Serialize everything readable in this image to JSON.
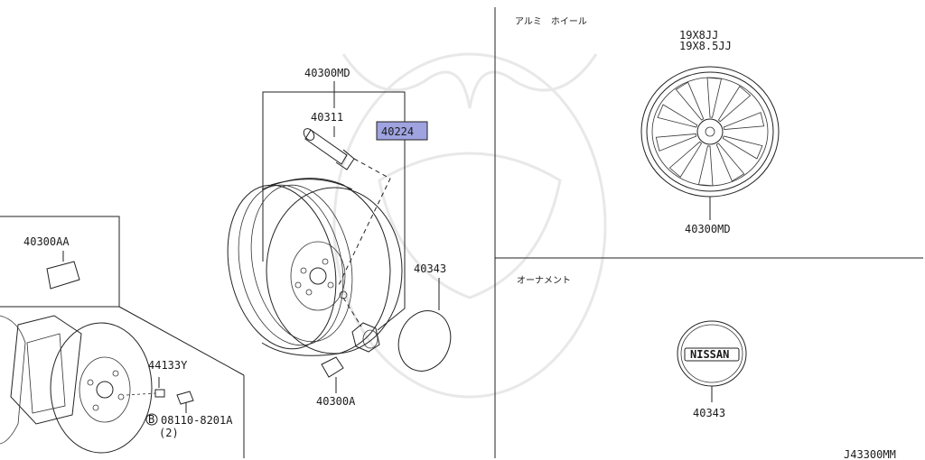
{
  "diagram": {
    "labels": {
      "p40300MD_top": "40300MD",
      "p40311": "40311",
      "p40224": "40224",
      "p40343_left": "40343",
      "p40300A": "40300A",
      "p40300AA": "40300AA",
      "p44133Y": "44133Y",
      "bolt_circle": "B",
      "bolt_part": "08110-8201A",
      "bolt_qty": "(2)",
      "alloy_title": "アルミ　ホイール",
      "size_1": "19X8JJ",
      "size_2": "19X8.5JJ",
      "p40300MD_right": "40300MD",
      "ornament_title": "オーナメント",
      "cap_logo": "NISSAN",
      "p40343_right": "40343",
      "diagram_code": "J43300MM"
    },
    "highlight_color": "#9fa3e0"
  }
}
